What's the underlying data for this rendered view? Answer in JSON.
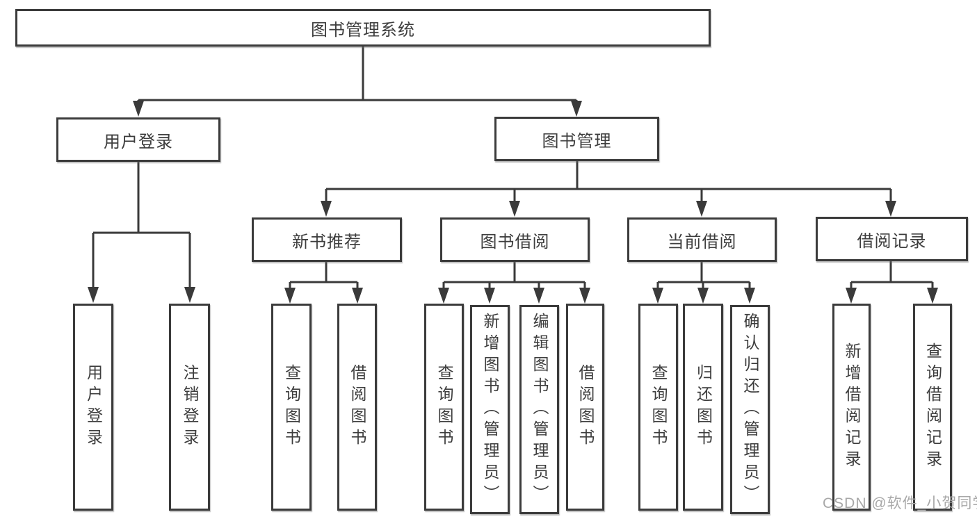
{
  "diagram": {
    "root": {
      "label": "图书管理系统"
    },
    "user_branch": {
      "label": "用户登录",
      "children": [
        {
          "label": "用户登录"
        },
        {
          "label": "注销登录"
        }
      ]
    },
    "book_branch": {
      "label": "图书管理",
      "sections": [
        {
          "label": "新书推荐",
          "children": [
            {
              "label": "查询图书"
            },
            {
              "label": "借阅图书"
            }
          ]
        },
        {
          "label": "图书借阅",
          "children": [
            {
              "label": "查询图书"
            },
            {
              "label": "新增图书（管理员）"
            },
            {
              "label": "编辑图书（管理员）"
            },
            {
              "label": "借阅图书"
            }
          ]
        },
        {
          "label": "当前借阅",
          "children": [
            {
              "label": "查询图书"
            },
            {
              "label": "归还图书"
            },
            {
              "label": "确认归还（管理员）"
            }
          ]
        },
        {
          "label": "借阅记录",
          "children": [
            {
              "label": "新增借阅记录"
            },
            {
              "label": "查询借阅记录"
            }
          ]
        }
      ]
    },
    "watermark": "CSDN @软件_小贺同学"
  },
  "colors": {
    "background": "#ffffff",
    "line": "#3a3a3a",
    "box_border": "#3b3b3b",
    "text": "#3d3d3d",
    "watermark": "#a8a8a8"
  }
}
